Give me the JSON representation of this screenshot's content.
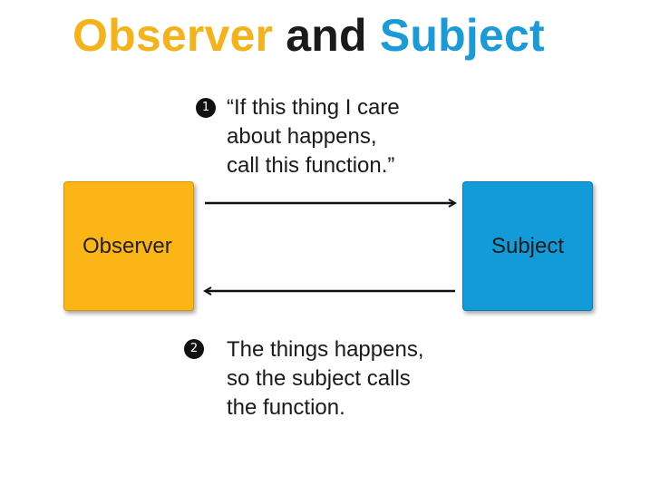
{
  "title": {
    "word1": "Observer",
    "word2": "and",
    "word3": "Subject"
  },
  "steps": [
    {
      "number": "1",
      "lines": [
        "“If this thing I care",
        "about happens,",
        "call this function.”"
      ]
    },
    {
      "number": "2",
      "lines": [
        "The things happens,",
        "so the subject calls",
        "the function."
      ]
    }
  ],
  "boxes": {
    "observer": "Observer",
    "subject": "Subject"
  },
  "colors": {
    "observer": "#fbb516",
    "subject": "#129bd8",
    "title_observer": "#f5b21a",
    "title_subject": "#1a9ad7"
  }
}
